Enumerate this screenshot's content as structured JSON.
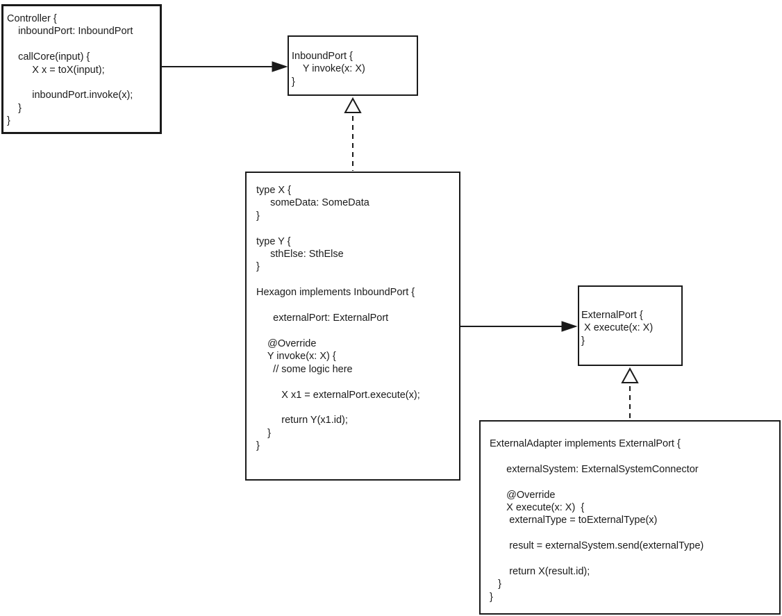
{
  "diagram": {
    "colors": {
      "stroke": "#1a1a1a",
      "text": "#1a1a1a",
      "background": "#ffffff"
    },
    "boxes": {
      "controller": {
        "lines": [
          "Controller {",
          "    inboundPort: InboundPort",
          "",
          "    callCore(input) {",
          "         X x = toX(input);",
          "",
          "         inboundPort.invoke(x);",
          "    }",
          "}"
        ]
      },
      "inbound_port": {
        "lines": [
          "InboundPort {",
          "    Y invoke(x: X)",
          "}"
        ]
      },
      "hexagon": {
        "lines": [
          "type X {",
          "     someData: SomeData",
          "}",
          "",
          "type Y {",
          "     sthElse: SthElse",
          "}",
          "",
          "Hexagon implements InboundPort {",
          "",
          "      externalPort: ExternalPort",
          "",
          "    @Override",
          "    Y invoke(x: X) {",
          "      // some logic here",
          "",
          "         X x1 = externalPort.execute(x);",
          "",
          "         return Y(x1.id);",
          "    }",
          "}"
        ]
      },
      "external_port": {
        "lines": [
          "ExternalPort {",
          " X execute(x: X)",
          "}"
        ]
      },
      "external_adapter": {
        "lines": [
          "ExternalAdapter implements ExternalPort {",
          "",
          "      externalSystem: ExternalSystemConnector",
          "",
          "      @Override",
          "      X execute(x: X)  {",
          "       externalType = toExternalType(x)",
          "",
          "       result = externalSystem.send(externalType)",
          "",
          "       return X(result.id);",
          "   }",
          "}"
        ]
      }
    },
    "connectors": [
      {
        "id": "controller-to-inboundport",
        "type": "solid-arrow",
        "from": "Controller",
        "to": "InboundPort"
      },
      {
        "id": "hexagon-implements-inboundport",
        "type": "dashed-realization",
        "from": "Hexagon",
        "to": "InboundPort"
      },
      {
        "id": "hexagon-to-externalport",
        "type": "solid-arrow",
        "from": "Hexagon",
        "to": "ExternalPort"
      },
      {
        "id": "externaladapter-implements-externalport",
        "type": "dashed-realization",
        "from": "ExternalAdapter",
        "to": "ExternalPort"
      }
    ]
  }
}
